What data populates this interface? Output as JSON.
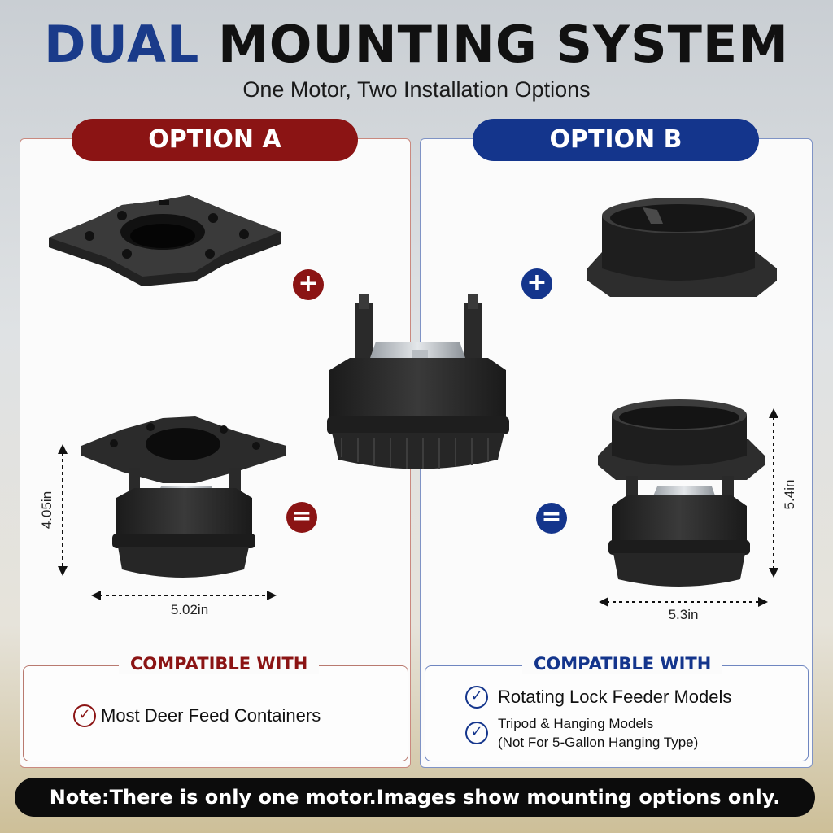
{
  "header": {
    "title_accent": "DUAL",
    "title_rest": "MOUNTING SYSTEM",
    "subtitle": "One Motor, Two Installation Options"
  },
  "option_a": {
    "label": "OPTION A",
    "plus": "+",
    "equals": "=",
    "dim_height": "4.05in",
    "dim_width": "5.02in",
    "compatible_title": "COMPATIBLE WITH",
    "compatible_items": [
      "Most Deer Feed Containers"
    ]
  },
  "option_b": {
    "label": "OPTION B",
    "plus": "+",
    "equals": "=",
    "dim_height": "5.4in",
    "dim_width": "5.3in",
    "compatible_title": "COMPATIBLE WITH",
    "compatible_items": [
      "Rotating Lock Feeder Models",
      "Tripod & Hanging Models",
      "(Not For 5-Gallon Hanging Type)"
    ]
  },
  "note": "Note:There is only one motor.Images show mounting options only.",
  "colors": {
    "accent_red": "#8b1414",
    "accent_blue": "#14358c",
    "dark": "#111111"
  }
}
